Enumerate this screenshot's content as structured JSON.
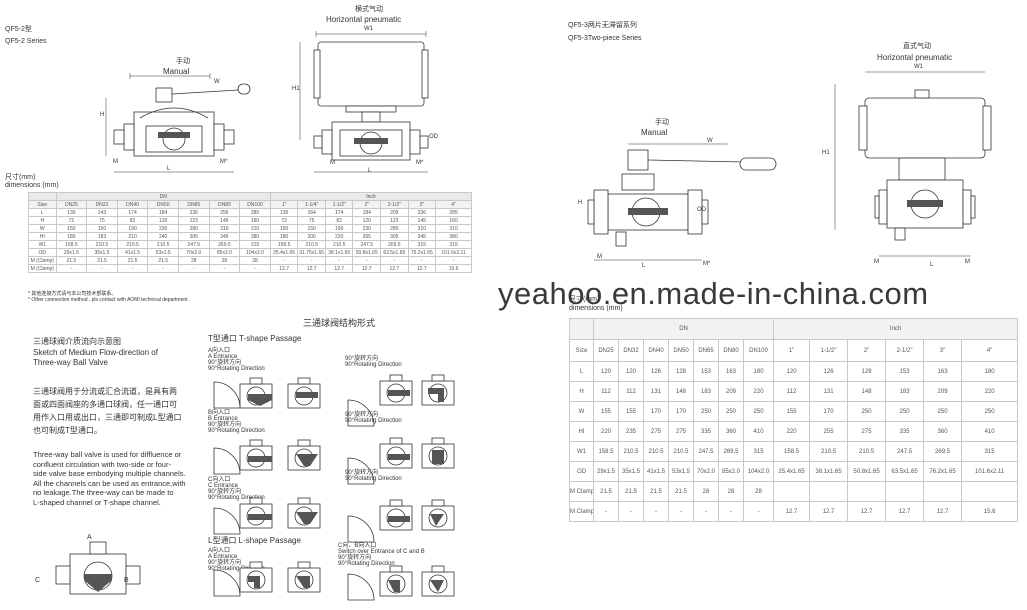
{
  "left": {
    "series_cn": "QF5-2型",
    "series_en": "QF5-2 Series",
    "manual_cn": "手动",
    "manual_en": "Manual",
    "pneumatic_cn": "横式气动",
    "pneumatic_en": "Horizontal pneumatic",
    "dim_labels": {
      "W1": "W1",
      "W": "W",
      "H": "H",
      "H1": "H1",
      "OD": "OD",
      "M": "M",
      "Mstar": "M*",
      "L": "L"
    },
    "dims_cn": "尺寸(mm)",
    "dims_en": "dimensions (mm)",
    "table": {
      "group_dn": "DN",
      "group_inch": "Inch",
      "rows": [
        [
          "Size",
          "DN25",
          "DN32",
          "DN40",
          "DN50",
          "DN65",
          "DN80",
          "DN100",
          "1\"",
          "1-1/4\"",
          "1-1/2\"",
          "2\"",
          "2-1/2\"",
          "3\"",
          "4\""
        ],
        [
          "L",
          "130",
          "143",
          "174",
          "184",
          "236",
          "256",
          "285",
          "130",
          "164",
          "174",
          "184",
          "209",
          "236",
          "285"
        ],
        [
          "H",
          "72",
          "75",
          "82",
          "120",
          "123",
          "145",
          "160",
          "72",
          "75",
          "82",
          "120",
          "123",
          "145",
          "160"
        ],
        [
          "W",
          "150",
          "150",
          "190",
          "230",
          "280",
          "310",
          "310",
          "150",
          "150",
          "190",
          "230",
          "280",
          "310",
          "310"
        ],
        [
          "HI",
          "180",
          "183",
          "210",
          "240",
          "305",
          "345",
          "380",
          "180",
          "200",
          "230",
          "265",
          "305",
          "345",
          "380"
        ],
        [
          "W1",
          "158.5",
          "210.5",
          "210.5",
          "210.5",
          "247.5",
          "269.5",
          "315",
          "158.5",
          "210.5",
          "210.5",
          "247.5",
          "269.5",
          "315",
          "315"
        ],
        [
          "OD",
          "29x1.5",
          "35x1.5",
          "41x1.5",
          "53x1.5",
          "70x2.0",
          "85x2.0",
          "104x2.0",
          "25.4x1.65",
          "31.75x1.65",
          "38.1x1.65",
          "50.8x1.65",
          "63.5x1.65",
          "76.2x1.65",
          "101.6x2.11"
        ],
        [
          "M (Clamp)",
          "21.5",
          "21.5",
          "21.5",
          "21.5",
          "28",
          "28",
          "28",
          "-",
          "-",
          "-",
          "-",
          "-",
          "-",
          "-"
        ],
        [
          "M (Clamp)",
          "-",
          "-",
          "-",
          "-",
          "-",
          "-",
          "-",
          "12.7",
          "12.7",
          "12.7",
          "12.7",
          "12.7",
          "12.7",
          "15.6"
        ]
      ]
    },
    "notes": [
      "* 其他连接方式请与本公司技术部联系。",
      "* Other connection method , pls contact with AOMI technical department ."
    ],
    "sketch_cn": "三通球阀介质流向示意图",
    "sketch_en_1": "Sketch of Medium Flow-direction of",
    "sketch_en_2": "Three-way Ball Valve",
    "para_cn": [
      "三通球阀用于分流或汇合流道，是具有两",
      "面或四面阀座的多通口球阀，任一通口可",
      "用作入口用或出口，三通即可制成L型通口",
      "也可制成T型通口。"
    ],
    "para_en": [
      "Three-way ball valve is used for diffluence or",
      "confluent circulation with two-side or four-",
      "side valve base embodying multiple channels.",
      "All the channels can be used as entrance,with",
      "no leakage.The three-way can be made to",
      "L-shaped channel or T-shape channel."
    ],
    "abc": {
      "a": "A",
      "b": "B",
      "c": "C"
    }
  },
  "structure": {
    "title": "三通球阀结构形式",
    "t_shape": "T型通口 T-shape Passage",
    "l_shape": "L型通口 L-shape Passage",
    "a_entrance_cn": "A向入口",
    "a_entrance_en": "A Entrance",
    "b_entrance_cn": "B向入口",
    "b_entrance_en": "B Entrance",
    "c_entrance_cn": "C向入口",
    "c_entrance_en": "C Entrance",
    "rot_cn": "90°旋转方向",
    "rot_en": "90°Rotating Direction",
    "cb_cn": "C向、B向入口",
    "cb_en": "Switch over Entrance of C and B"
  },
  "right": {
    "series_cn": "QF5-3两片无滞留系列",
    "series_en": "QF5-3Two-piece Series",
    "pneumatic_cn": "直式气动",
    "pneumatic_en": "Horizontal pneumatic",
    "manual_cn": "手动",
    "manual_en": "Manual",
    "dims_cn": "尺寸(mm)",
    "dims_en": "dimensions (mm)",
    "table": {
      "group_dn": "DN",
      "group_inch": "Inch",
      "rows": [
        [
          "Size",
          "DN25",
          "DN32",
          "DN40",
          "DN50",
          "DN65",
          "DN80",
          "DN100",
          "1\"",
          "1-1/2\"",
          "2\"",
          "2-1/2\"",
          "3\"",
          "4\""
        ],
        [
          "L",
          "120",
          "120",
          "126",
          "128",
          "153",
          "163",
          "180",
          "120",
          "126",
          "128",
          "153",
          "163",
          "180"
        ],
        [
          "H",
          "112",
          "112",
          "131",
          "148",
          "183",
          "209",
          "220",
          "112",
          "131",
          "148",
          "183",
          "209",
          "220"
        ],
        [
          "W",
          "155",
          "155",
          "170",
          "170",
          "250",
          "250",
          "250",
          "155",
          "170",
          "250",
          "250",
          "250",
          "250"
        ],
        [
          "HI",
          "220",
          "235",
          "275",
          "275",
          "335",
          "360",
          "410",
          "220",
          "255",
          "275",
          "335",
          "360",
          "410"
        ],
        [
          "W1",
          "158.5",
          "210.5",
          "210.5",
          "210.5",
          "247.5",
          "269.5",
          "315",
          "158.5",
          "210.5",
          "210.5",
          "247.5",
          "269.5",
          "315"
        ],
        [
          "OD",
          "29x1.5",
          "35x1.5",
          "41x1.5",
          "53x1.5",
          "70x2.0",
          "85x2.0",
          "104x2.0",
          "25.4x1.65",
          "38.1x1.65",
          "50.8x1.65",
          "63.5x1.65",
          "76.2x1.65",
          "101.6x2.11"
        ],
        [
          "M Clamp",
          "21.5",
          "21.5",
          "21.5",
          "21.5",
          "28",
          "28",
          "28",
          "",
          "",
          "",
          "",
          "",
          ""
        ],
        [
          "M Clamp",
          "-",
          "-",
          "-",
          "-",
          "-",
          "-",
          "-",
          "12.7",
          "12.7",
          "12.7",
          "12.7",
          "12.7",
          "15.6"
        ]
      ]
    }
  },
  "watermark": "yeahoo.en.made-in-china.com"
}
